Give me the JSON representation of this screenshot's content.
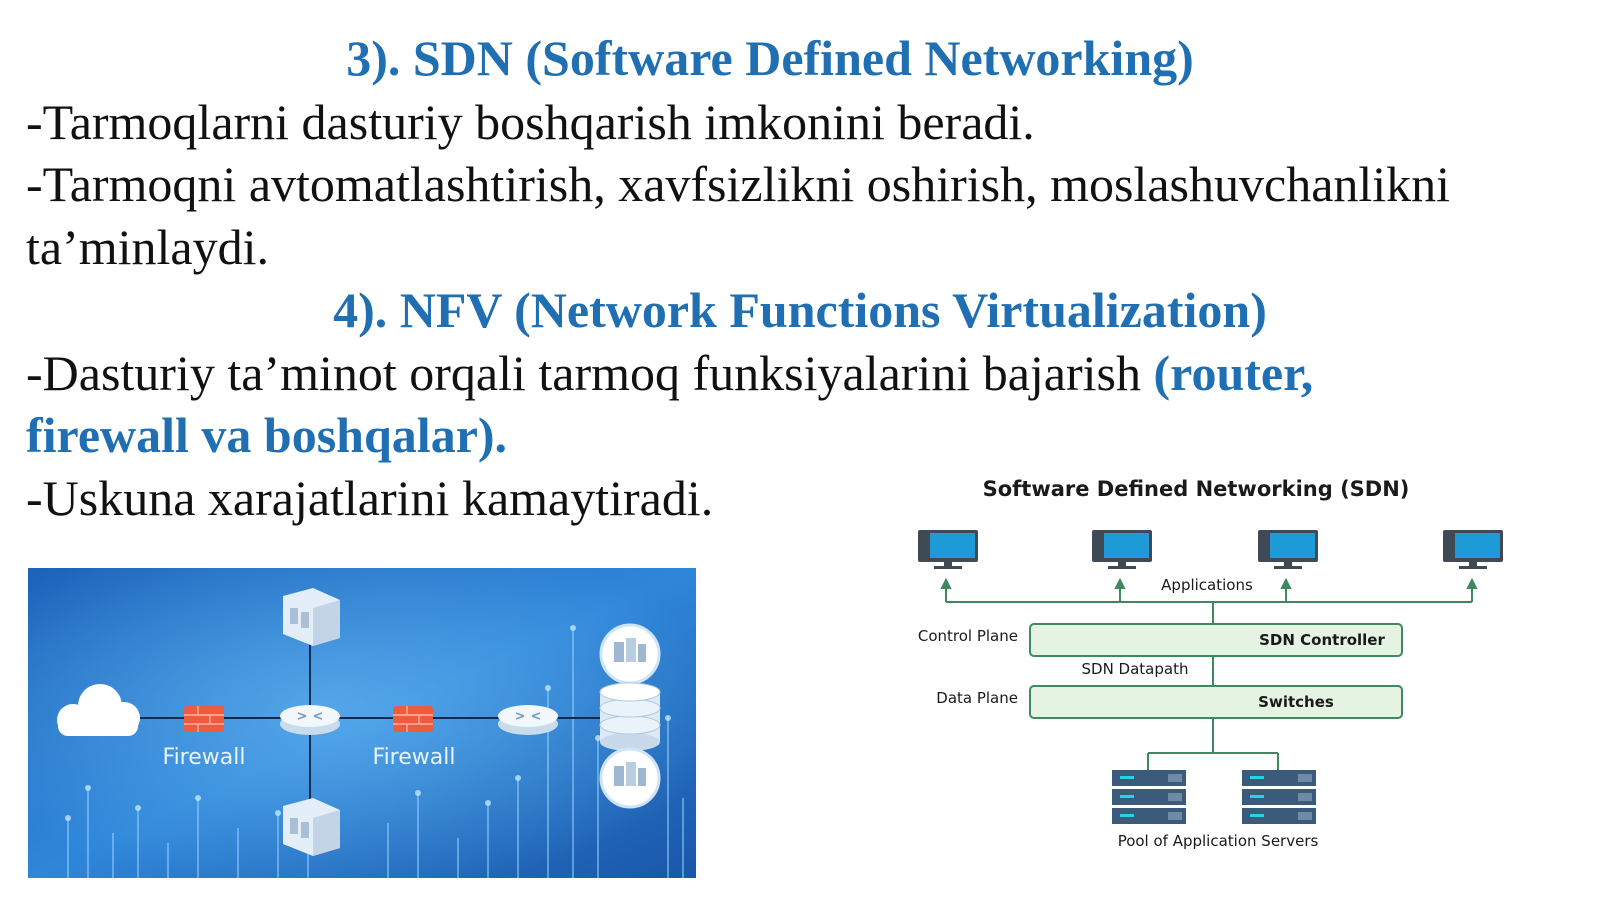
{
  "sdn_section": {
    "heading": "3). SDN (Software Defined Networking)",
    "lines": [
      "-Tarmoqlarni dasturiy boshqarish imkonini beradi.",
      "-Tarmoqni avtomatlashtirish, xavfsizlikni oshirish, moslashuvchanlikni",
      "ta’minlaydi."
    ]
  },
  "nfv_section": {
    "heading": "4). NFV (Network Functions Virtualization)",
    "line1_plain": "-Dasturiy ta’minot orqali tarmoq funksiyalarini bajarish ",
    "line1_accent": "(router,",
    "line2_accent": "firewall va boshqalar).",
    "line3": "-Uskuna xarajatlarini kamaytiradi."
  },
  "nfv_image": {
    "firewall_label_1": "Firewall",
    "firewall_label_2": "Firewall"
  },
  "sdn_diagram": {
    "title": "Software Defined Networking (SDN)",
    "applications_label": "Applications",
    "control_plane_label": "Control Plane",
    "controller_label": "SDN Controller",
    "datapath_label": "SDN Datapath",
    "data_plane_label": "Data Plane",
    "switches_label": "Switches",
    "servers_label": "Pool of Application Servers",
    "colors": {
      "line": "#3e8a5e",
      "box_fill": "#e5f3e2",
      "box_border": "#3e8a5e",
      "monitor": "#1e9ad6"
    }
  },
  "colors": {
    "heading": "#1f6fb2",
    "text": "#111111"
  }
}
